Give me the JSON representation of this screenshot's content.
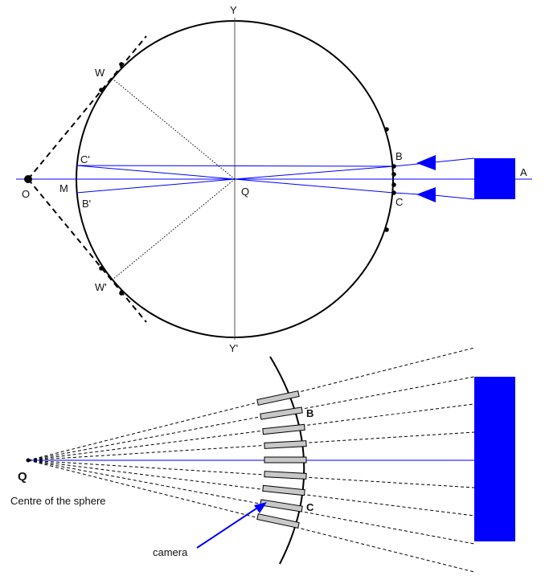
{
  "top_diagram": {
    "labels": {
      "Y": "Y",
      "Y_prime": "Y'",
      "W": "W",
      "W_prime": "W'",
      "C_prime": "C'",
      "B_prime": "B'",
      "M": "M",
      "O": "O",
      "Q": "Q",
      "B": "B",
      "C": "C",
      "A": "A"
    }
  },
  "bottom_diagram": {
    "labels": {
      "Q": "Q",
      "centre": "Centre of the sphere",
      "B": "B",
      "C": "C",
      "camera": "camera"
    }
  },
  "colors": {
    "stroke": "#000000",
    "blue": "#0000ff",
    "camera_fill": "#c8c8c8"
  }
}
